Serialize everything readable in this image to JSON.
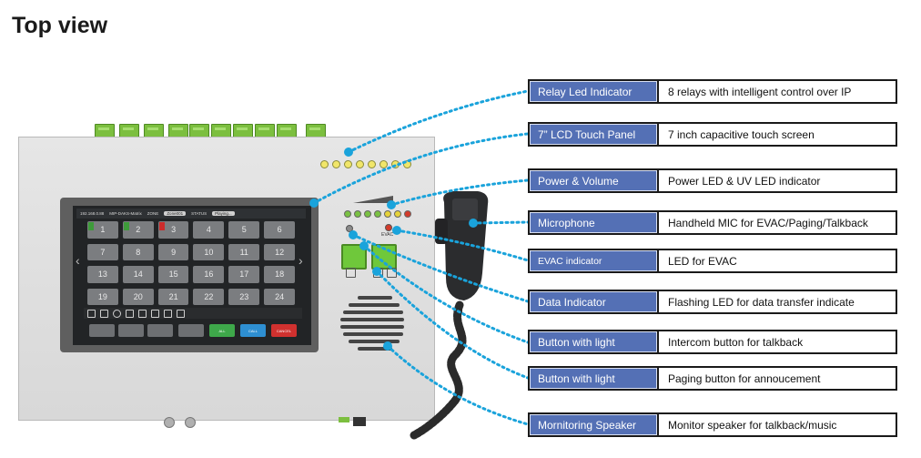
{
  "heading": "Top view",
  "callouts": [
    {
      "name": "Relay Led Indicator",
      "desc": "8 relays with intelligent control over IP"
    },
    {
      "name": "7” LCD Touch Panel",
      "desc": "7 inch capacitive touch screen"
    },
    {
      "name": "Power & Volume",
      "desc": "Power LED & UV LED indicator"
    },
    {
      "name": "Microphone",
      "desc": "Handheld MIC for EVAC/Paging/Talkback"
    },
    {
      "name": "EVAC indicator",
      "desc": "LED for EVAC"
    },
    {
      "name": "Data Indicator",
      "desc": "Flashing LED for data transfer indicate"
    },
    {
      "name": "Button with light",
      "desc": "Intercom button for talkback"
    },
    {
      "name": "Button with light",
      "desc": "Paging button for annoucement"
    },
    {
      "name": "Mornitoring Speaker",
      "desc": "Monitor speaker for talkback/music"
    }
  ],
  "screen": {
    "ip": "192.168.0.88",
    "device_id": "MIP-DAKS-Matrix",
    "zone_label": "ZONE",
    "zone_value": "Zone001",
    "status_label": "STATUS",
    "status_value": "Playing...",
    "zones": [
      "1",
      "2",
      "3",
      "4",
      "5",
      "6",
      "7",
      "8",
      "9",
      "10",
      "11",
      "12",
      "13",
      "14",
      "15",
      "16",
      "17",
      "18",
      "19",
      "20",
      "21",
      "22",
      "23",
      "24"
    ],
    "soft_buttons": [
      "ALL",
      "CALL",
      "CANCEL"
    ]
  },
  "panel_labels": {
    "evac": "EVAC"
  },
  "colors": {
    "label_fill": "#5470b5",
    "leader_line": "#1aa3db",
    "green_button": "#6fc83b",
    "connector": "#7cbf3f"
  }
}
